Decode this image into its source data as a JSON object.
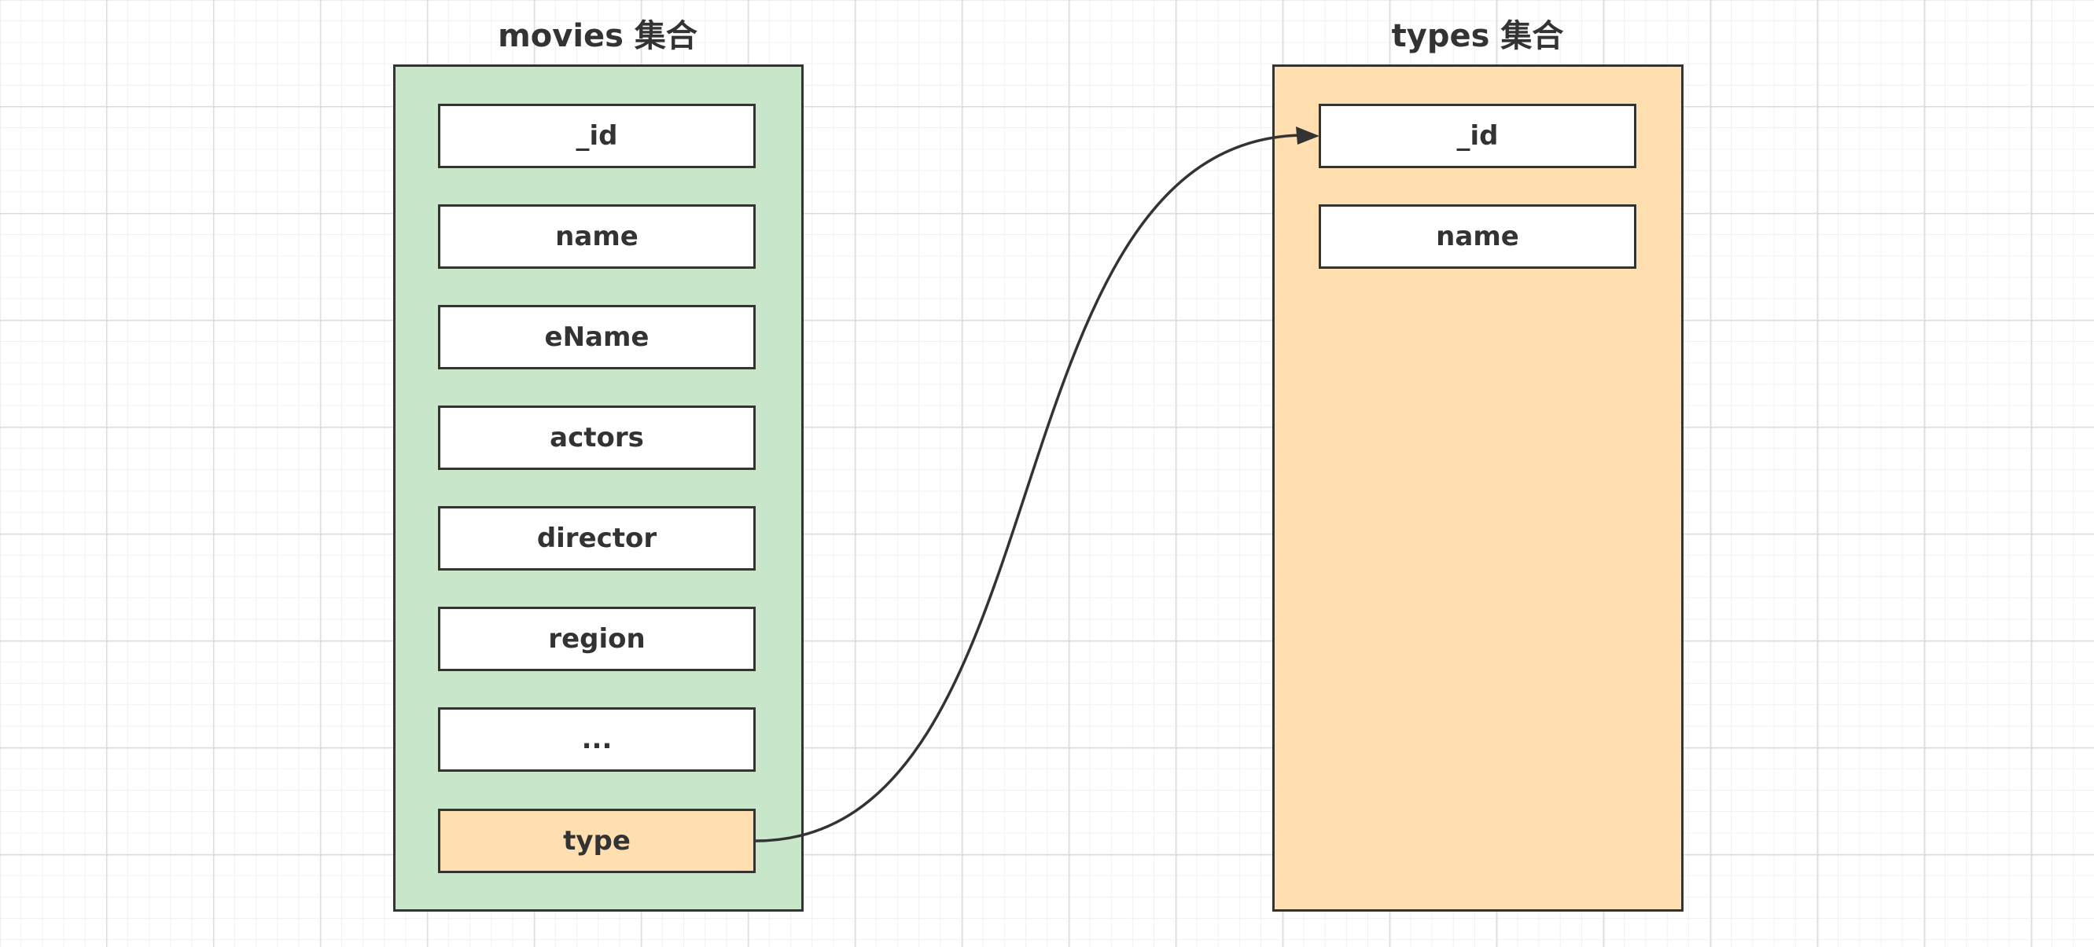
{
  "colors": {
    "movies_fill": "#c8e6c9",
    "types_fill": "#ffdfb0",
    "highlight_field_fill": "#ffdfb0",
    "field_fill": "#ffffff",
    "stroke": "#333333"
  },
  "movies": {
    "title": "movies 集合",
    "fields": [
      {
        "label": "_id"
      },
      {
        "label": "name"
      },
      {
        "label": "eName"
      },
      {
        "label": "actors"
      },
      {
        "label": "director"
      },
      {
        "label": "region"
      },
      {
        "label": "..."
      },
      {
        "label": "type",
        "highlighted": true
      }
    ]
  },
  "types": {
    "title": "types 集合",
    "fields": [
      {
        "label": "_id"
      },
      {
        "label": "name"
      }
    ]
  },
  "relation": {
    "from": "movies.type",
    "to": "types._id",
    "arrow_head": "filled-triangle"
  }
}
